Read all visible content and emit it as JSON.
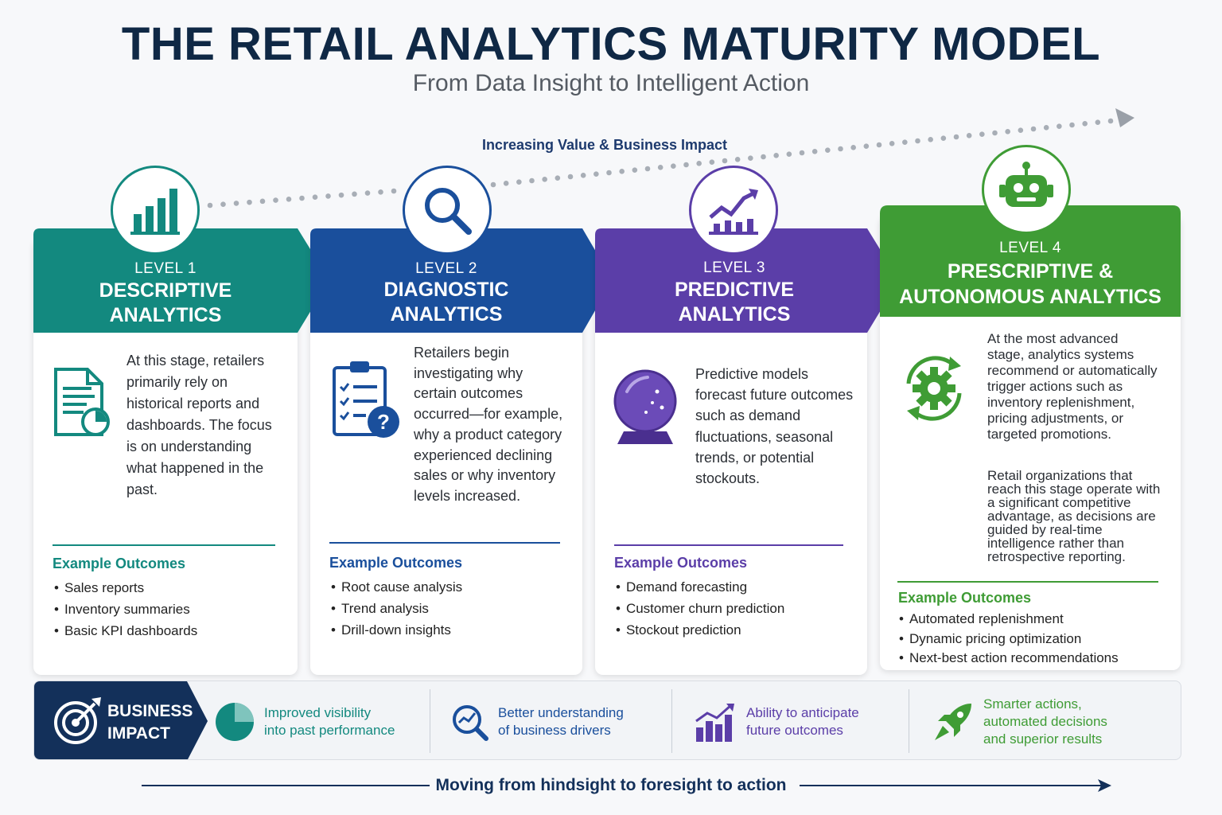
{
  "header": {
    "title": "THE RETAIL ANALYTICS MATURITY MODEL",
    "subtitle": "From Data Insight to Intelligent Action",
    "trend_label": "Increasing Value & Business Impact"
  },
  "colors": {
    "level1": "#13897f",
    "level2": "#1a4f9c",
    "level3": "#5b3ea8",
    "level4": "#3f9c35",
    "navy": "#13305a"
  },
  "levels": [
    {
      "level": "LEVEL 1",
      "name_line1": "DESCRIPTIVE",
      "name_line2": "ANALYTICS",
      "icon": "bar-chart-icon",
      "desc_icon": "report-document-icon",
      "description": "At this stage, retailers primarily rely on historical reports and dashboards. The focus is on understanding what happened in the past.",
      "examples_title": "Example Outcomes",
      "examples": [
        "Sales reports",
        "Inventory summaries",
        "Basic KPI dashboards"
      ]
    },
    {
      "level": "LEVEL 2",
      "name_line1": "DIAGNOSTIC",
      "name_line2": "ANALYTICS",
      "icon": "magnifier-icon",
      "desc_icon": "clipboard-question-icon",
      "description": "Retailers begin investigating why certain outcomes occurred—for example, why a product category experienced declining sales or why inventory levels increased.",
      "examples_title": "Example Outcomes",
      "examples": [
        "Root cause analysis",
        "Trend analysis",
        "Drill-down insights"
      ]
    },
    {
      "level": "LEVEL 3",
      "name_line1": "PREDICTIVE",
      "name_line2": "ANALYTICS",
      "icon": "trend-chart-icon",
      "desc_icon": "crystal-ball-icon",
      "description": "Predictive models forecast future outcomes such as demand fluctuations, seasonal trends, or potential stockouts.",
      "examples_title": "Example Outcomes",
      "examples": [
        "Demand forecasting",
        "Customer churn prediction",
        "Stockout prediction"
      ]
    },
    {
      "level": "LEVEL 4",
      "name_line1": "PRESCRIPTIVE &",
      "name_line2": "AUTONOMOUS ANALYTICS",
      "icon": "robot-icon",
      "desc_icon": "gear-cycle-icon",
      "description": "At the most advanced stage, analytics systems recommend or automatically trigger actions such as inventory replenishment, pricing adjustments, or targeted promotions.",
      "description2": "Retail organizations that reach this stage operate with a significant competitive advantage, as decisions are guided by real-time intelligence rather than retrospective reporting.",
      "examples_title": "Example Outcomes",
      "examples": [
        "Automated replenishment",
        "Dynamic pricing optimization",
        "Next-best action recommendations"
      ]
    }
  ],
  "impact": {
    "head_line1": "BUSINESS",
    "head_line2": "IMPACT",
    "items": [
      {
        "line1": "Improved visibility",
        "line2": "into past performance",
        "icon": "pie-chart-icon"
      },
      {
        "line1": "Better understanding",
        "line2": "of business drivers",
        "icon": "search-chart-icon"
      },
      {
        "line1": "Ability to anticipate",
        "line2": "future outcomes",
        "icon": "growth-bars-icon"
      },
      {
        "line1": "Smarter actions,",
        "line2": "automated decisions",
        "line3": "and superior results",
        "icon": "rocket-icon"
      }
    ]
  },
  "footer": "Moving from hindsight to foresight to action"
}
